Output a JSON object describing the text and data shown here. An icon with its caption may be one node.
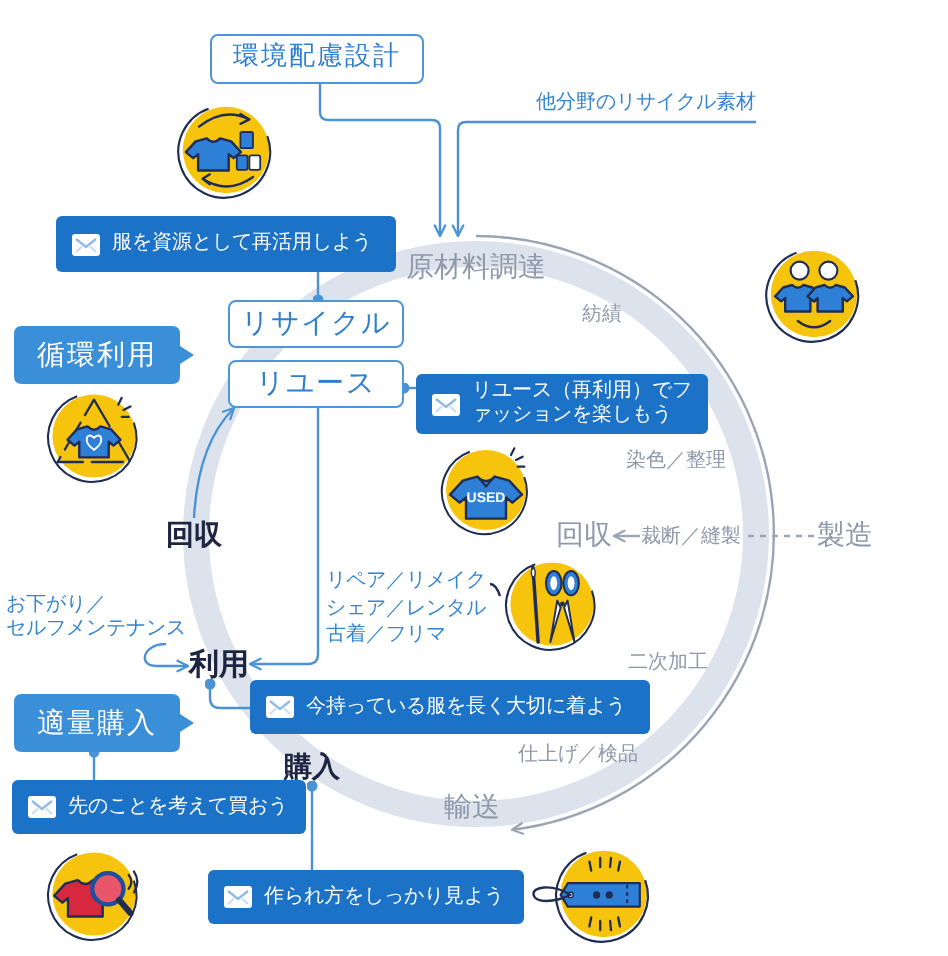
{
  "diagram": {
    "nodes": [
      {
        "text": [
          "環境配慮設計"
        ]
      },
      {
        "text": [
          "他分野のリサイクル素材"
        ]
      },
      {
        "text": [
          "服を資源として再活用しよう"
        ]
      },
      {
        "text": [
          "原材料調達"
        ]
      },
      {
        "text": [
          "リサイクル"
        ]
      },
      {
        "text": [
          "循環利用"
        ]
      },
      {
        "text": [
          "リユース"
        ]
      },
      {
        "text": [
          "リユース（再利用）でファッションを楽しもう"
        ]
      },
      {
        "text": [
          "回収"
        ]
      },
      {
        "text": [
          "回収"
        ]
      },
      {
        "text": [
          "裁断／縫製"
        ]
      },
      {
        "text": [
          "製造"
        ]
      },
      {
        "text": [
          "リペア／リメイク",
          "シェア／レンタル",
          "古着／フリマ"
        ]
      },
      {
        "text": [],
        "shape": "picture"
      },
      {
        "text": [
          "お下がり／セルフメンテナンス"
        ]
      },
      {
        "text": [
          "利用"
        ]
      },
      {
        "text": [
          "今持っている服を長く大切に着よう"
        ]
      },
      {
        "text": [
          "適量購入"
        ]
      },
      {
        "text": [
          "購入"
        ]
      },
      {
        "text": [
          "先のことを考えて買おう"
        ]
      },
      {
        "text": [
          "輸送"
        ]
      },
      {
        "text": [
          "作られ方をしっかり見よう"
        ]
      }
    ],
    "edges": [
      {
        "from": 0,
        "to": 3,
        "arrow": "to"
      },
      {
        "from": 1,
        "to": 3,
        "arrow": "to"
      },
      {
        "from": 3,
        "to": 20,
        "arrow": "to",
        "color": "#9aa4b4"
      },
      {
        "from": 2,
        "to": 4,
        "arrow": "other"
      },
      {
        "from": 7,
        "to": 6,
        "arrow": "other"
      },
      {
        "from": 8,
        "to": 6,
        "arrow": "to"
      },
      {
        "from": 10,
        "to": 9,
        "arrow": "to",
        "color": "#9aa4b4"
      },
      {
        "from": 11,
        "to": 10,
        "arrow": "none",
        "style": "dashed",
        "color": "#9aa4b4"
      },
      {
        "from": 6,
        "to": 15,
        "arrow": "to"
      },
      {
        "from": 12,
        "to": 13,
        "arrow": "none",
        "color": "#1f2d55"
      },
      {
        "from": 14,
        "to": 15,
        "arrow": "to"
      },
      {
        "from": 16,
        "to": 15,
        "arrow": "other"
      },
      {
        "from": 19,
        "to": 17,
        "arrow": "other"
      },
      {
        "from": 21,
        "to": 18,
        "arrow": "other"
      }
    ],
    "labels": [
      "紡績",
      "染色／整理",
      "USED",
      "二次加工",
      "仕上げ／検品"
    ]
  }
}
